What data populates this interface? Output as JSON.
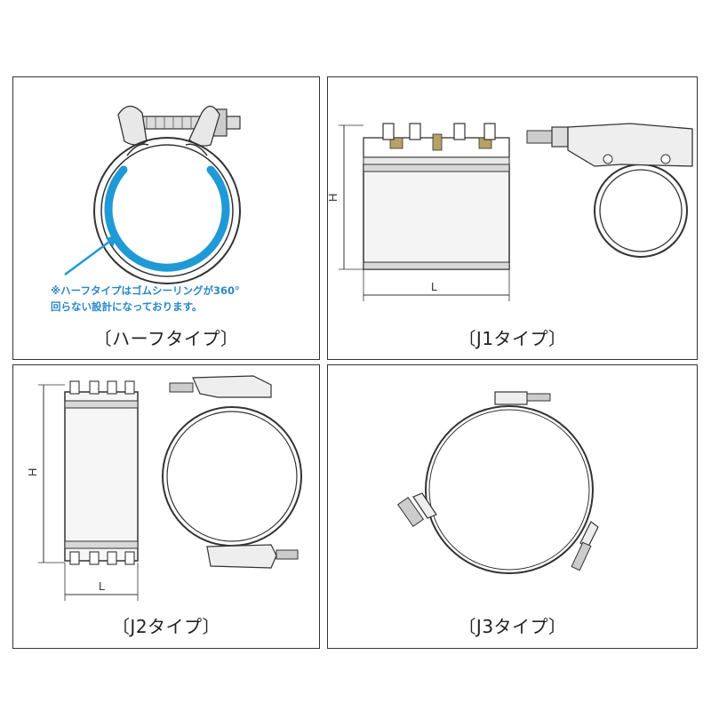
{
  "panels": {
    "half": {
      "caption": "〔ハーフタイプ〕",
      "note_line1": "※ハーフタイプはゴムシーリングが360°",
      "note_line2": "回らない設計になっております。"
    },
    "j1": {
      "caption": "〔J1タイプ〕",
      "dim_h": "H",
      "dim_l": "L"
    },
    "j2": {
      "caption": "〔J2タイプ〕",
      "dim_h": "H",
      "dim_l": "L"
    },
    "j3": {
      "caption": "〔J3タイプ〕"
    }
  },
  "colors": {
    "accent_blue": "#1f9ad6",
    "note_blue": "#2a86c8",
    "line": "#333333"
  }
}
